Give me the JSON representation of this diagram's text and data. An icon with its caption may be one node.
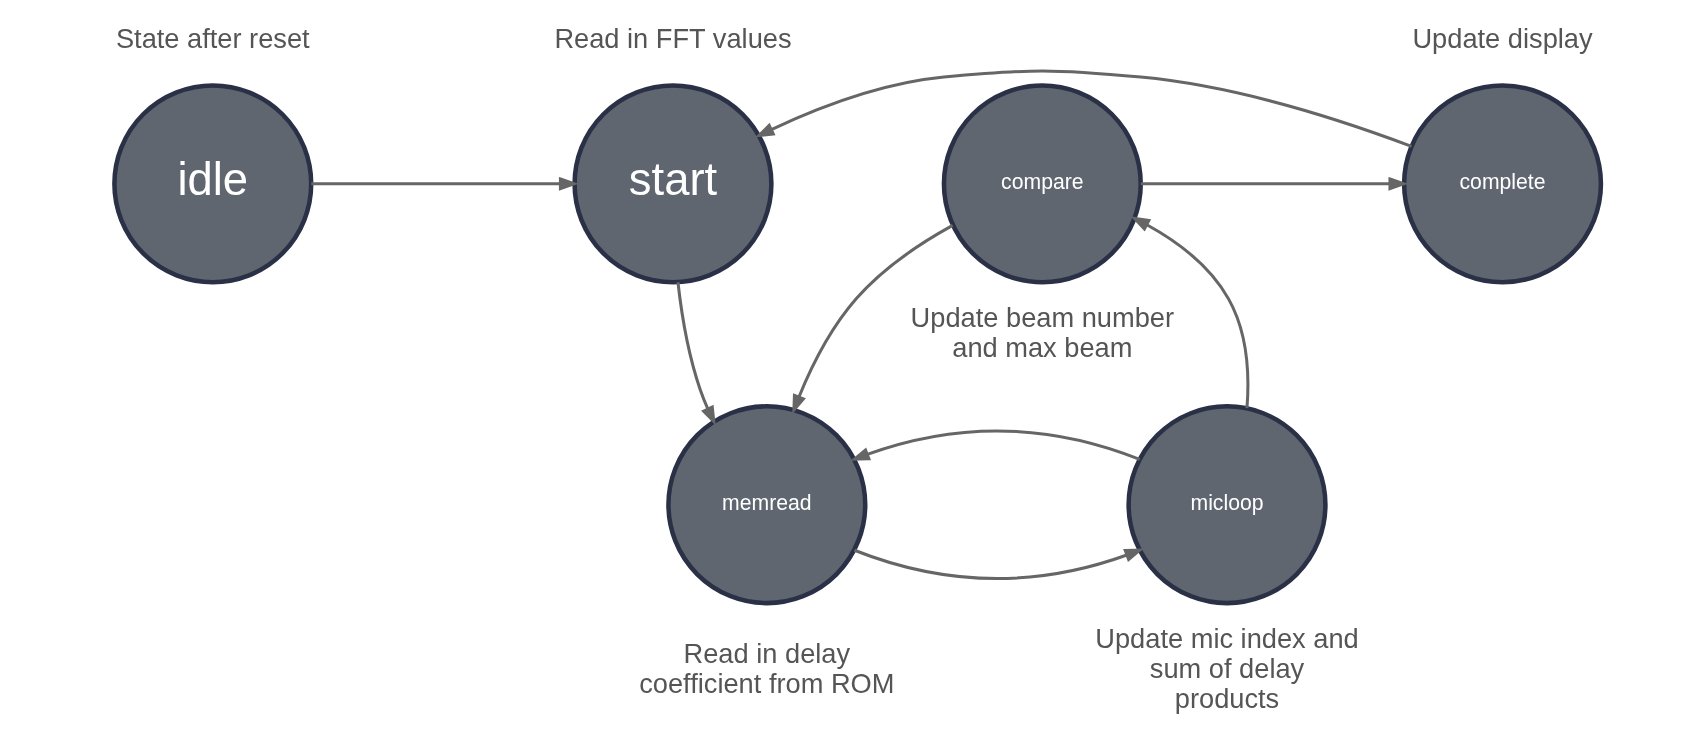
{
  "diagram": {
    "nodes": [
      {
        "text": [
          "idle"
        ],
        "beside": [
          "State after reset"
        ]
      },
      {
        "text": [
          "start"
        ],
        "beside": [
          "Read in FFT values"
        ]
      },
      {
        "text": [
          "compare"
        ],
        "beside": [
          "Update beam number and max beam"
        ]
      },
      {
        "text": [
          "complete"
        ],
        "beside": [
          "Update display"
        ]
      },
      {
        "text": [
          "memread"
        ],
        "beside": [
          "Read in delay coefficient from ROM"
        ]
      },
      {
        "text": [
          "micloop"
        ],
        "beside": [
          "Update mic index and sum of delay products"
        ]
      }
    ],
    "edges": [
      {
        "from": 0,
        "to": 1,
        "arrow": "to"
      },
      {
        "from": 3,
        "to": 1,
        "arrow": "to"
      },
      {
        "from": 2,
        "to": 3,
        "arrow": "to"
      },
      {
        "from": 1,
        "to": 4,
        "arrow": "to"
      },
      {
        "from": 2,
        "to": 4,
        "arrow": "to"
      },
      {
        "from": 5,
        "to": 2,
        "arrow": "to"
      },
      {
        "from": 4,
        "to": 5,
        "arrow": "to"
      },
      {
        "from": 5,
        "to": 4,
        "arrow": "to"
      }
    ]
  }
}
